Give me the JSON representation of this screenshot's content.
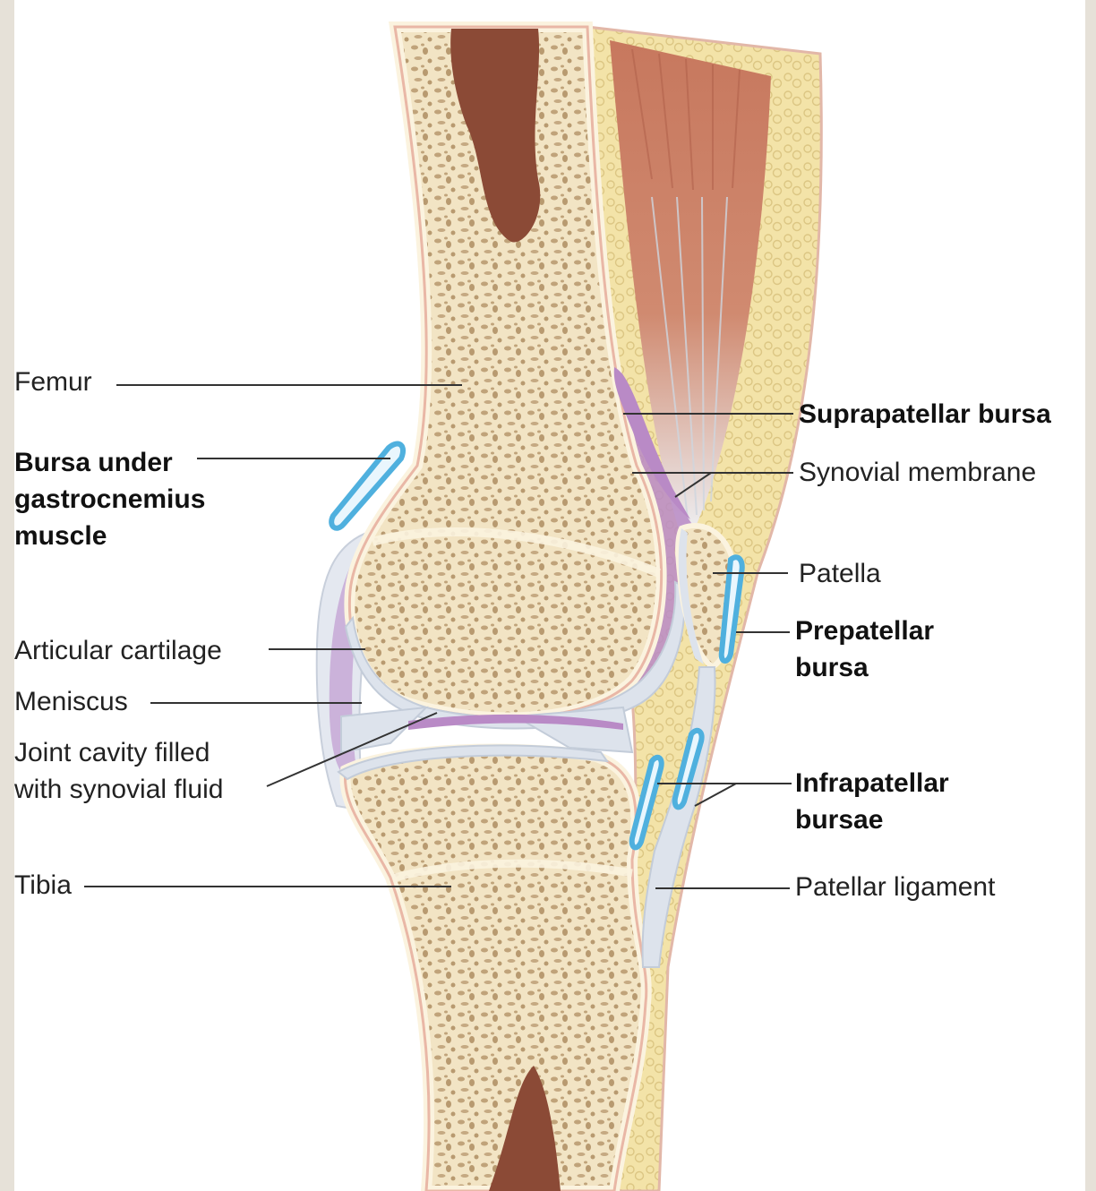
{
  "labels": {
    "femur": "Femur",
    "bursa_gastrocnemius": "Bursa under\ngastrocnemius\nmuscle",
    "articular_cartilage": "Articular cartilage",
    "meniscus": "Meniscus",
    "joint_cavity": "Joint cavity filled\nwith synovial fluid",
    "tibia": "Tibia",
    "suprapatellar_bursa": "Suprapatellar bursa",
    "synovial_membrane": "Synovial membrane",
    "patella": "Patella",
    "prepatellar_bursa": "Prepatellar\nbursa",
    "infrapatellar_bursae": "Infrapatellar\nbursae",
    "patellar_ligament": "Patellar ligament"
  },
  "colors": {
    "bone": "#f2e4c4",
    "bone_cortex": "#fbf3df",
    "spongy_pores": "#c0a37a",
    "marrow": "#8b4a36",
    "cartilage": "#dde3ec",
    "synovial": "#b98ac6",
    "bursa": "#4fb0de",
    "fat": "#f3e3a8",
    "muscle": "#c7785e",
    "tendon": "#eef1f5",
    "leader": "#333333"
  }
}
